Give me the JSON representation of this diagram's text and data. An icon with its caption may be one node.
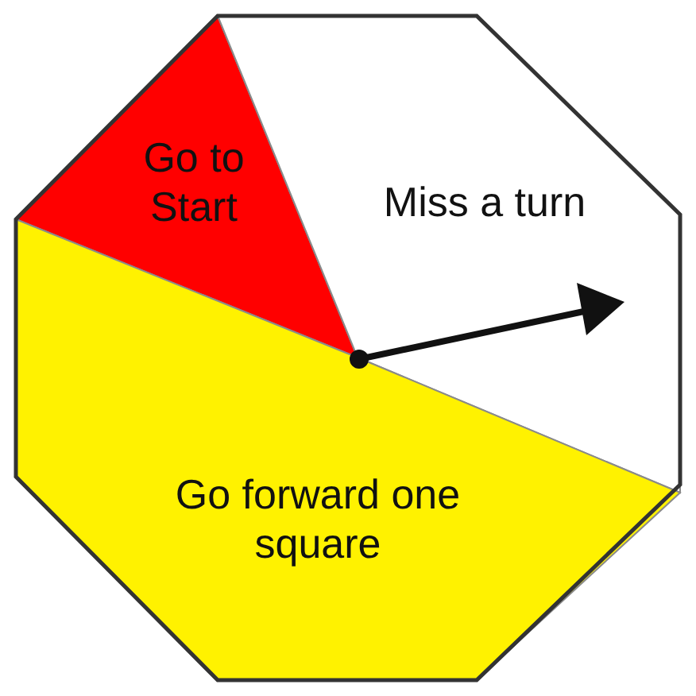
{
  "diagram": {
    "nodes": [
      {
        "text": [
          "Go to Start"
        ]
      },
      {
        "text": [
          "Miss a turn"
        ]
      },
      {
        "text": [
          "Go forward one square"
        ]
      }
    ]
  }
}
